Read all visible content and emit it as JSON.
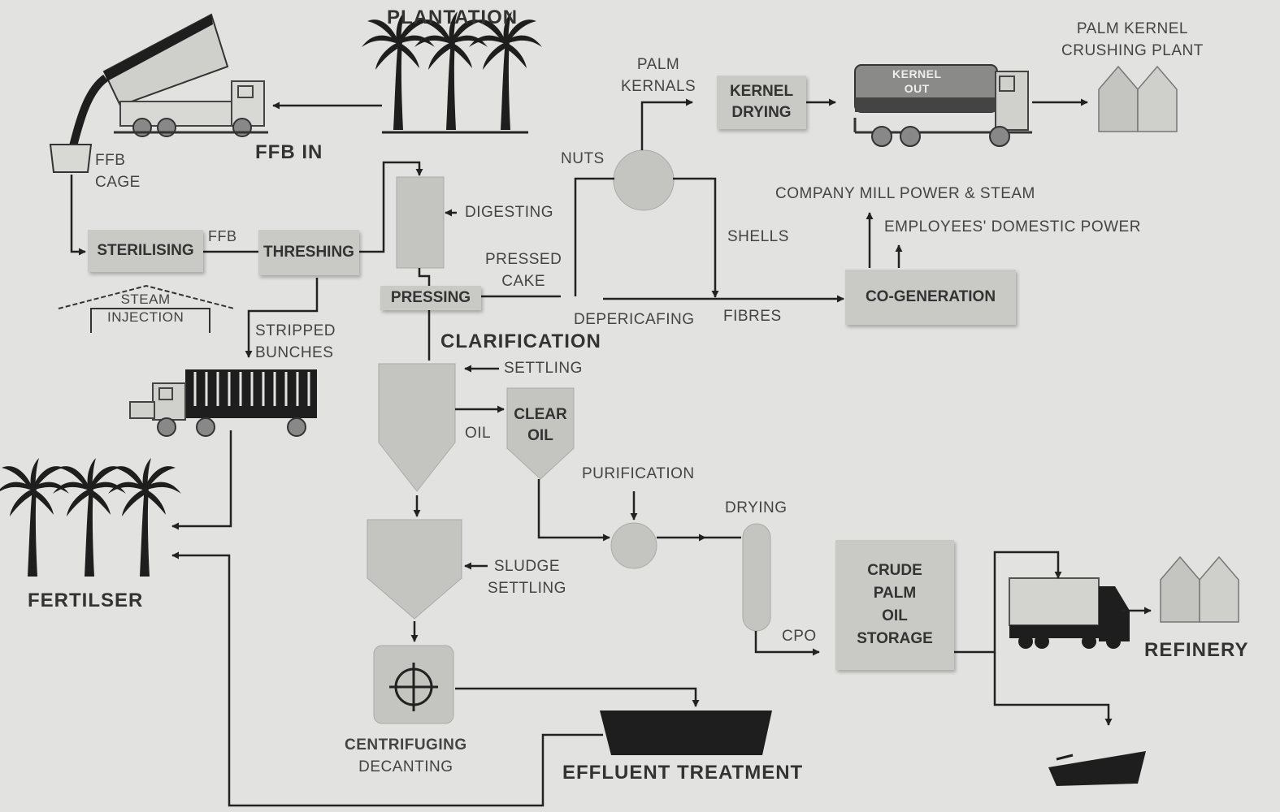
{
  "title": "",
  "labels": {
    "plantation": "PLANTATION",
    "ffb_in": "FFB IN",
    "ffb_cage": [
      "FFB",
      "CAGE"
    ],
    "sterilising": "STERILISING",
    "ffb": "FFB",
    "threshing": "THRESHING",
    "steam_injection": [
      "STEAM",
      "INJECTION"
    ],
    "digesting": "DIGESTING",
    "pressing": "PRESSING",
    "pressed_cake": [
      "PRESSED",
      "CAKE"
    ],
    "nuts": "NUTS",
    "palm_kernels": [
      "PALM",
      "KERNALS"
    ],
    "kernel_drying": [
      "KERNEL",
      "DRYING"
    ],
    "truck_sign": [
      "KERNEL",
      "OUT"
    ],
    "palm_kernel_crushing_plant": [
      "PALM KERNEL",
      "CRUSHING PLANT"
    ],
    "company_power": "COMPANY MILL POWER & STEAM",
    "employees_power": "EMPLOYEES' DOMESTIC POWER",
    "shells": "SHELLS",
    "co_generation": "CO-GENERATION",
    "depericarping": "DEPERICAFING",
    "fibres": "FIBRES",
    "stripped_bunches": [
      "STRIPPED",
      "BUNCHES"
    ],
    "clarification": "CLARIFICATION",
    "settling": "SETTLING",
    "oil": "OIL",
    "clear_oil": [
      "CLEAR",
      "OIL"
    ],
    "purification": "PURIFICATION",
    "drying": "DRYING",
    "cpo": "CPO",
    "crude_palm_oil_storage": [
      "CRUDE",
      "PALM",
      "OIL",
      "STORAGE"
    ],
    "sludge_settling": [
      "SLUDGE",
      "SETTLING"
    ],
    "centrifuging_decanting": [
      "CENTRIFUGING",
      "DECANTING"
    ],
    "effluent_treatment": "EFFLUENT TREATMENT",
    "fertiliser": "FERTILSER",
    "refinery": "REFINERY"
  },
  "colors": {
    "background": "#e2e2e0",
    "line": "#222222",
    "box": "#c9c9c6",
    "vessel": "#c4c4c1",
    "icon": "#1e1e1e"
  },
  "icons": [
    "palm-tree-icon",
    "dump-truck-icon",
    "tanker-truck-icon",
    "factory-icon",
    "lorry-icon",
    "ship-icon",
    "tank-icon",
    "effluent-pond-icon"
  ]
}
